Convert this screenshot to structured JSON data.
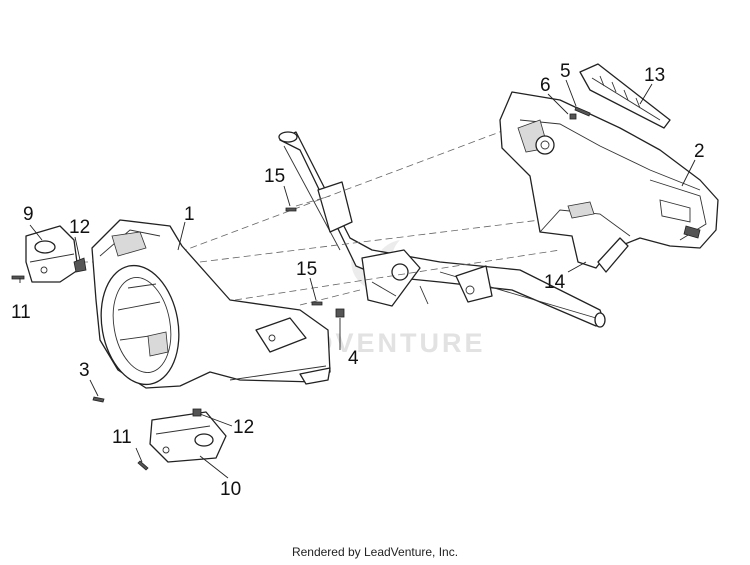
{
  "diagram": {
    "watermark": "LEADVENTURE",
    "callouts": [
      {
        "id": "callout-1",
        "label": "1"
      },
      {
        "id": "callout-2",
        "label": "2"
      },
      {
        "id": "callout-3",
        "label": "3"
      },
      {
        "id": "callout-4",
        "label": "4"
      },
      {
        "id": "callout-5",
        "label": "5"
      },
      {
        "id": "callout-6",
        "label": "6"
      },
      {
        "id": "callout-9",
        "label": "9"
      },
      {
        "id": "callout-10",
        "label": "10"
      },
      {
        "id": "callout-11-left",
        "label": "11"
      },
      {
        "id": "callout-11-bottom",
        "label": "11"
      },
      {
        "id": "callout-12-left",
        "label": "12"
      },
      {
        "id": "callout-12-bottom",
        "label": "12"
      },
      {
        "id": "callout-13",
        "label": "13"
      },
      {
        "id": "callout-14",
        "label": "14"
      },
      {
        "id": "callout-15-top",
        "label": "15"
      },
      {
        "id": "callout-15-mid",
        "label": "15"
      }
    ]
  },
  "footer": {
    "text": "Rendered by LeadVenture, Inc."
  }
}
